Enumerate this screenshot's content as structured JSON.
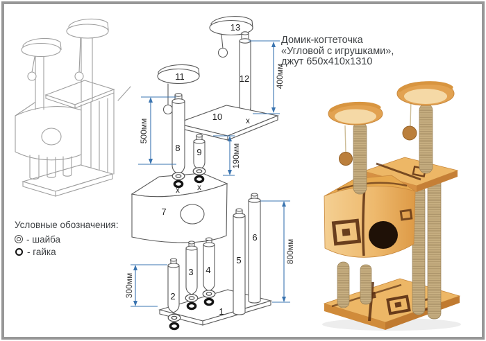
{
  "header": {
    "title_line1": "Домик-когтеточка",
    "title_line2": "«Угловой с игрушками»,",
    "title_line3": "джут 650х410х1310"
  },
  "legend": {
    "heading": "Условные обозначения:",
    "washer_label": "- шайба",
    "nut_label": "- гайка"
  },
  "diagram": {
    "part_labels": [
      "1",
      "2",
      "3",
      "4",
      "5",
      "6",
      "7",
      "8",
      "9",
      "10",
      "11",
      "12",
      "13"
    ],
    "dimensions": {
      "d400": "400мм",
      "d500": "500мм",
      "d190": "190мм",
      "d800": "800мм",
      "d300": "300мм"
    },
    "bolt_marker": "x"
  },
  "colors": {
    "dimension_blue": "#3a74b0",
    "diagram_line": "#5a5a5a",
    "sketch_line": "#9e9e9e",
    "frame_gray": "#979797",
    "photo_beige": "#e8ab56",
    "photo_light_beige": "#f4d49c",
    "photo_brown_pattern": "#5a2f12",
    "photo_jute": "#c9b183"
  }
}
